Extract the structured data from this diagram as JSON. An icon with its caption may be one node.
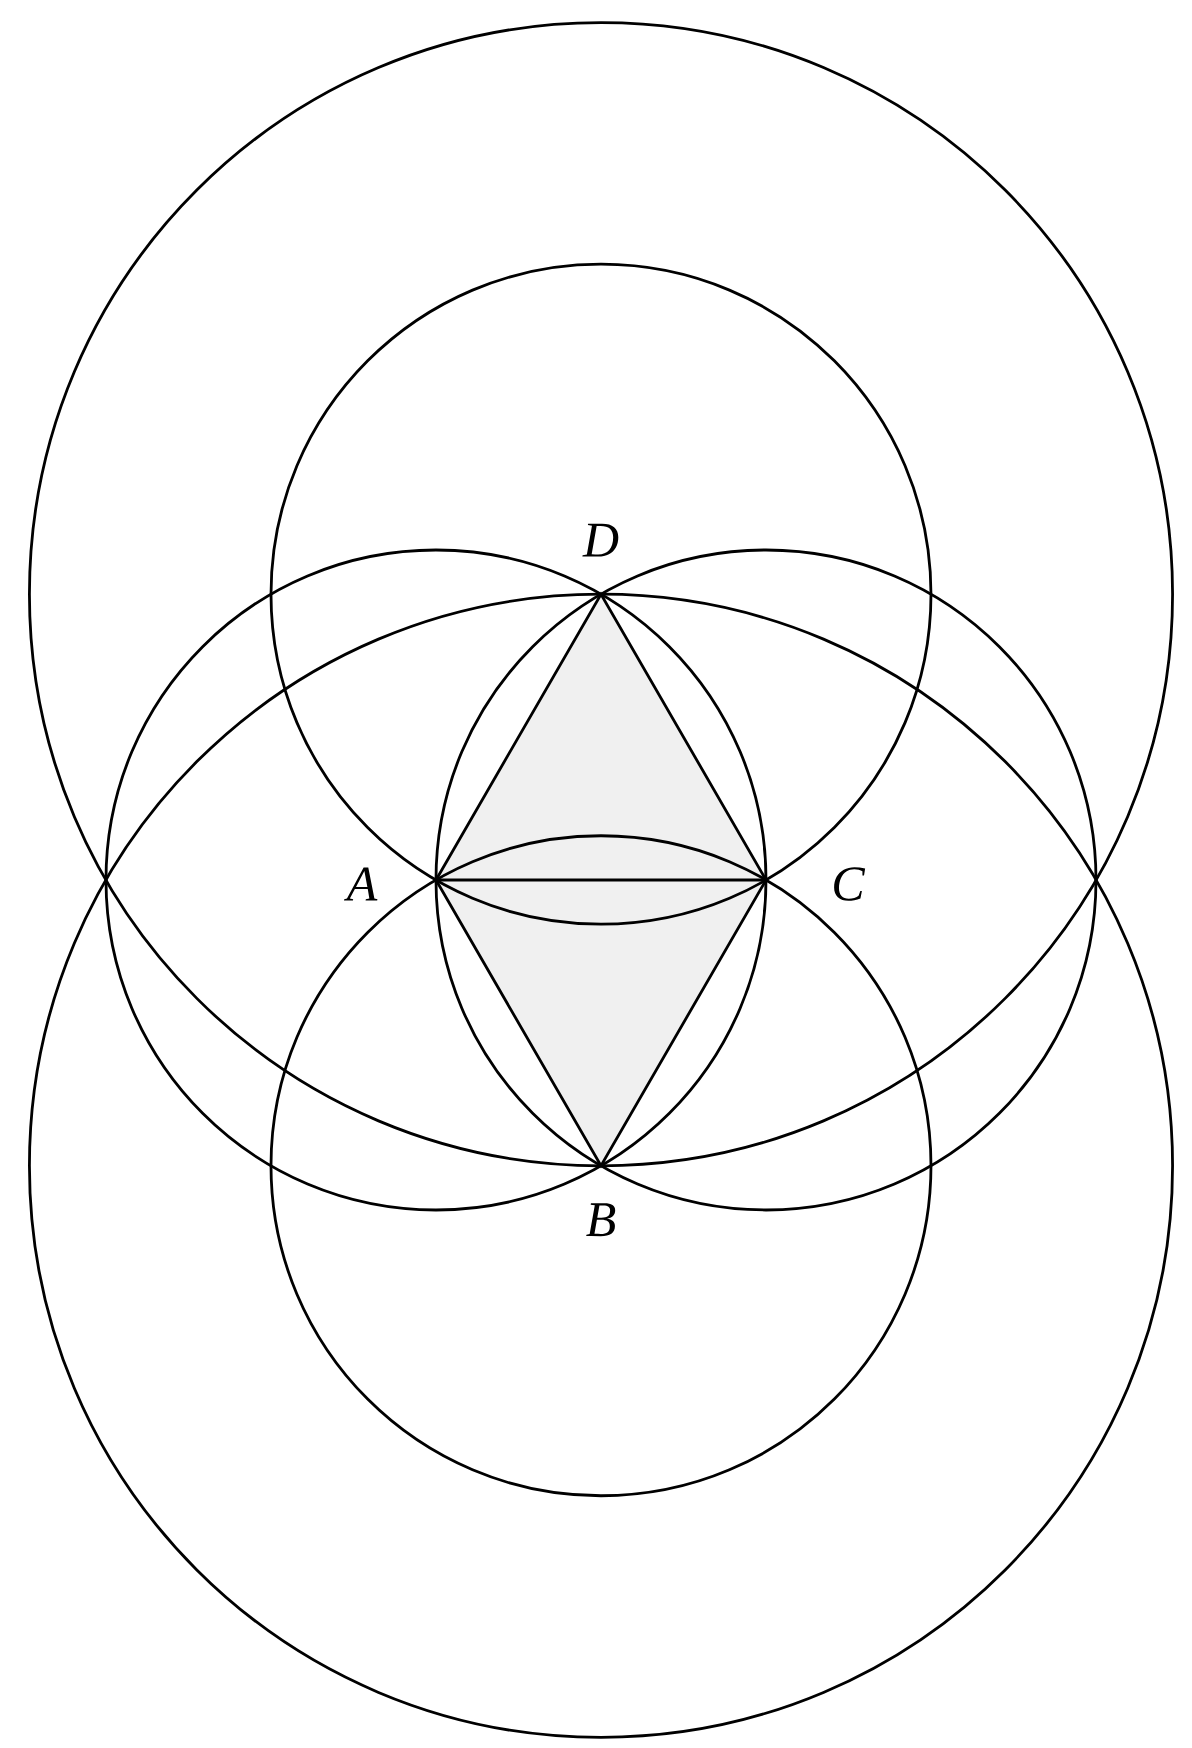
{
  "diagram": {
    "labels": [
      "D",
      "A",
      "C",
      "B"
    ]
  }
}
